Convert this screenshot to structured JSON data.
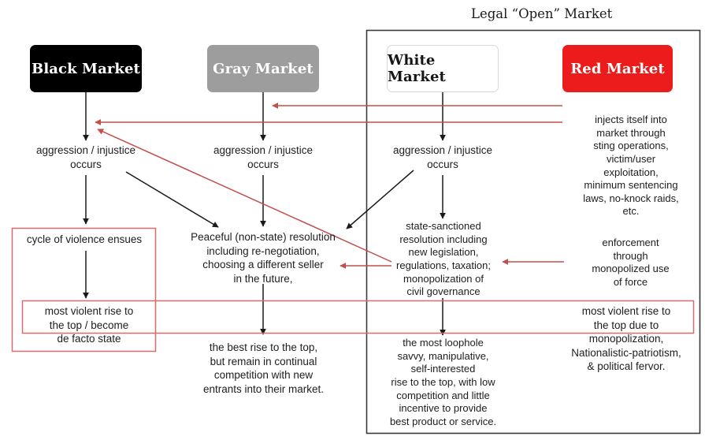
{
  "diagram": {
    "title": "Market Types Flow Diagram",
    "container_caption": "Legal “Open” Market",
    "colors": {
      "black_market": "#000000",
      "gray_market": "#9d9d9d",
      "white_market": "#ffffff",
      "red_market": "#ec1c1c",
      "red_connector": "#c0504d",
      "black_connector": "#1a1a1a",
      "container_border": "#3b3b3b",
      "highlight_border": "#d86b6b",
      "text": "#1d1d1d"
    }
  },
  "markets": [
    {
      "id": "black",
      "label": "Black Market"
    },
    {
      "id": "gray",
      "label": "Gray Market"
    },
    {
      "id": "white",
      "label": "White Market"
    },
    {
      "id": "red",
      "label": "Red Market"
    }
  ],
  "columns": {
    "black": {
      "aggression": "aggression / injustice\noccurs",
      "outcome": "cycle of violence ensues",
      "terminal": "most violent rise to\nthe top / become\nde facto state"
    },
    "gray": {
      "aggression": "aggression / injustice\noccurs",
      "resolution": "Peaceful (non-state) resolution\nincluding re-negotiation,\nchoosing a different seller\nin the future,",
      "terminal": "the best rise to the top,\nbut remain in continual\ncompetition with new\nentrants into their market."
    },
    "white": {
      "aggression": "aggression / injustice\noccurs",
      "resolution": "state-sanctioned\nresolution including\nnew legislation,\nregulations, taxation;\nmonopolization of\ncivil governance",
      "terminal": "the most loophole\nsavvy, manipulative,\nself-interested\nrise to the top, with low\ncompetition and little\nincentive to provide\nbest product or service."
    },
    "red": {
      "injection": "injects itself into\nmarket through\nsting operations,\nvictim/user\nexploitation,\nminimum sentencing\nlaws, no-knock raids,\netc.",
      "enforcement": "enforcement\nthrough\nmonopolized use\nof force",
      "terminal": "most violent rise to\nthe top due to\nmonopolization,\nNationalistic-patriotism,\n& political fervor."
    }
  }
}
